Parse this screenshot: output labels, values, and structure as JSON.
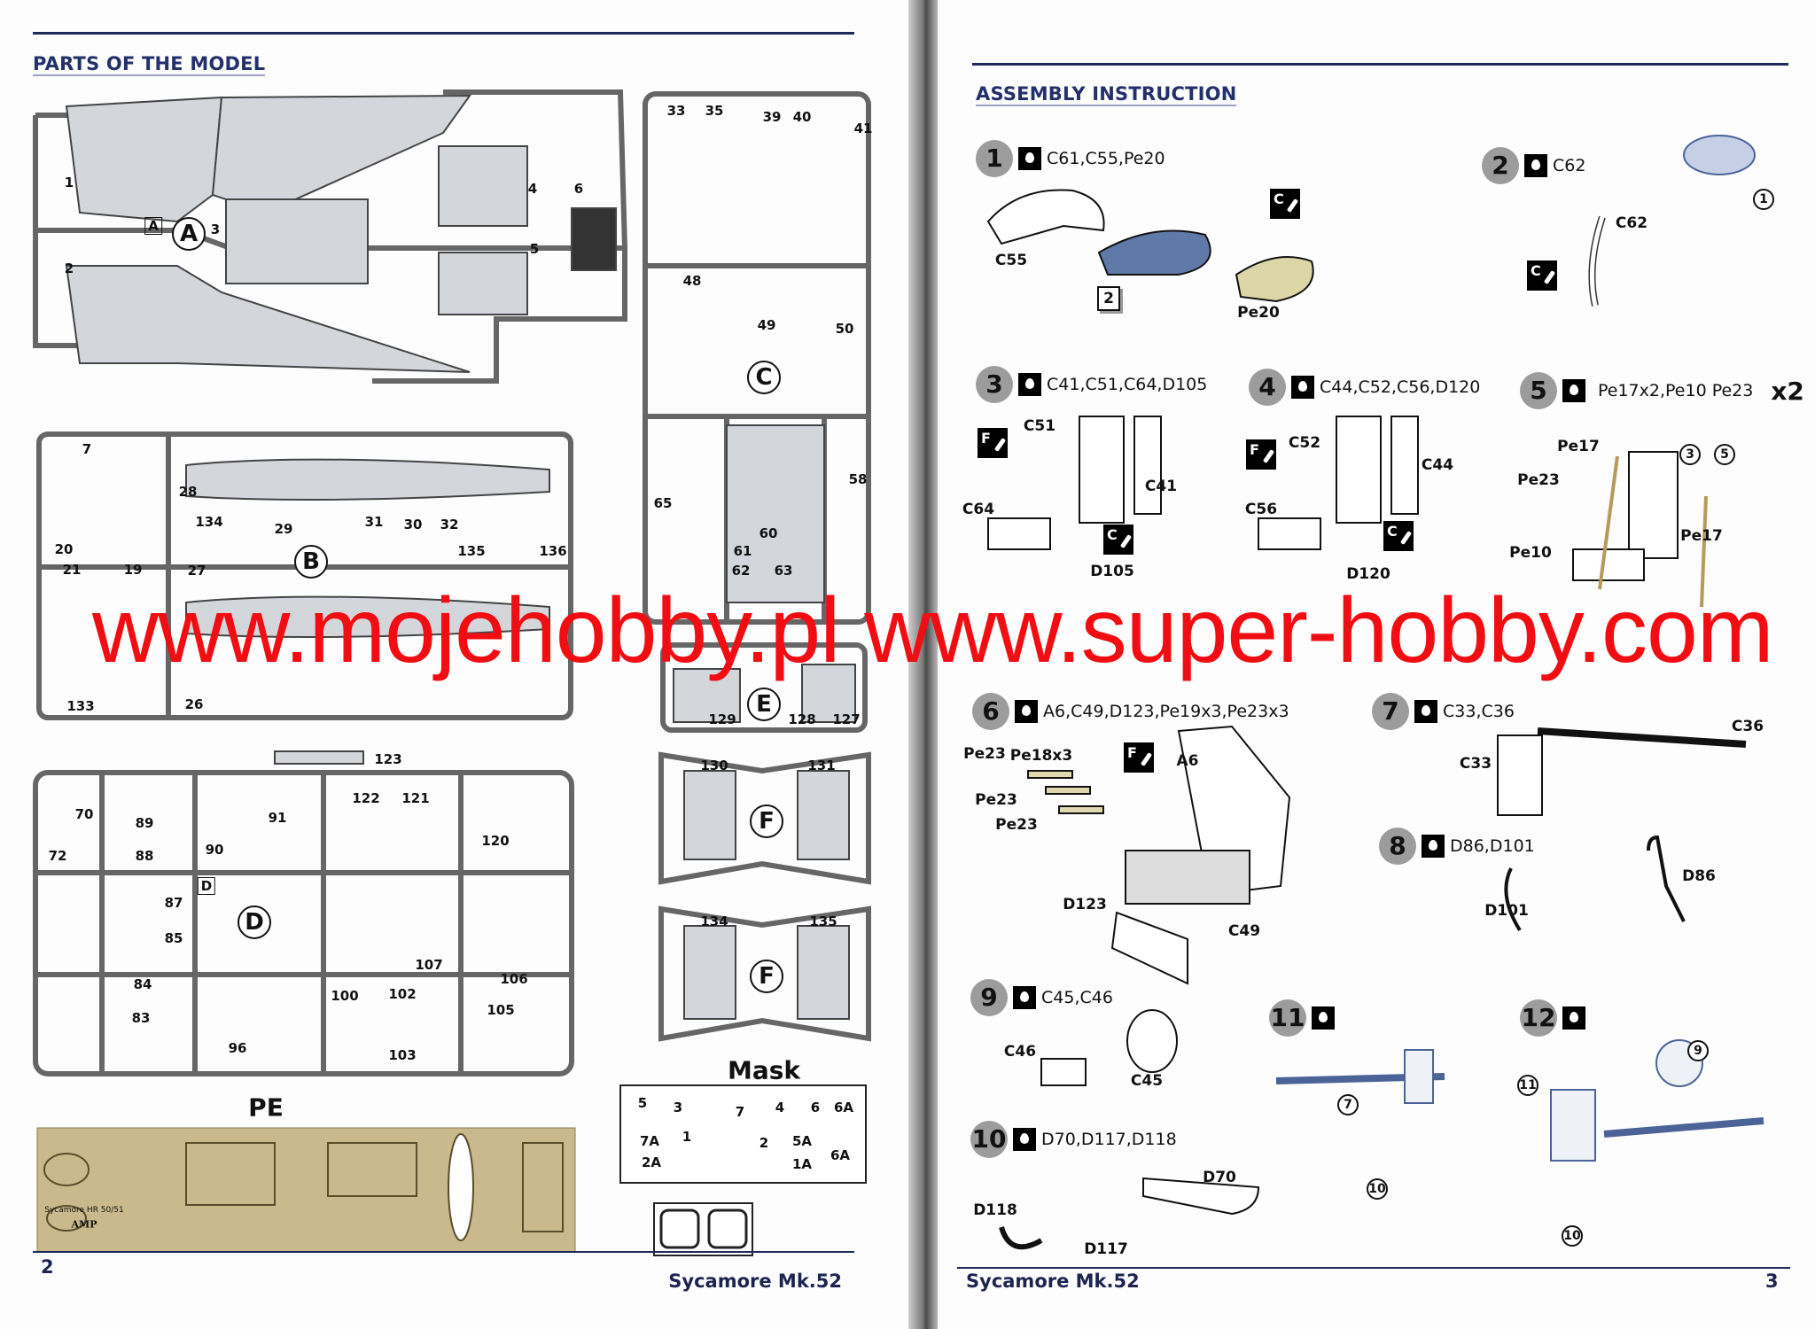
{
  "left_page": {
    "title": "PARTS OF THE MODEL",
    "page_number": "2",
    "footer_title": "Sycamore Mk.52",
    "sprue_letters": [
      "A",
      "B",
      "C",
      "D",
      "E",
      "F",
      "F",
      "D",
      "A"
    ],
    "sprue_a_parts": [
      "1",
      "2",
      "3",
      "4",
      "5",
      "6"
    ],
    "sprue_b_parts": [
      "7",
      "28",
      "29",
      "27",
      "26",
      "133",
      "135",
      "136",
      "30",
      "31",
      "32",
      "134",
      "20",
      "21",
      "19"
    ],
    "sprue_c_parts": [
      "33",
      "35",
      "39",
      "40",
      "41",
      "48",
      "49",
      "50",
      "60",
      "65",
      "61",
      "62",
      "63",
      "58"
    ],
    "sprue_d_parts": [
      "123",
      "89",
      "90",
      "91",
      "122",
      "121",
      "120",
      "88",
      "87",
      "85",
      "84",
      "83",
      "106",
      "105",
      "100",
      "102",
      "107",
      "70",
      "72",
      "96",
      "103"
    ],
    "sprue_ef_parts": [
      "129",
      "128",
      "127",
      "130",
      "131",
      "134",
      "135"
    ],
    "pe_label": "PE",
    "pe_fret_text": "Sycamore HR 50/51",
    "pe_brand": "AMP",
    "mask_label": "Mask",
    "mask_parts": [
      "5",
      "3",
      "7",
      "4",
      "6",
      "6A",
      "7A",
      "1",
      "2",
      "5A",
      "2A",
      "1A",
      "6A"
    ]
  },
  "right_page": {
    "title": "ASSEMBLY INSTRUCTION",
    "page_number": "3",
    "footer_title": "Sycamore Mk.52",
    "steps": [
      {
        "num": "1",
        "parts": "C61,C55,Pe20"
      },
      {
        "num": "2",
        "parts": "C62"
      },
      {
        "num": "3",
        "parts": "C41,C51,C64,D105"
      },
      {
        "num": "4",
        "parts": "C44,C52,C56,D120"
      },
      {
        "num": "5",
        "parts": "Pe17x2,Pe10 Pe23"
      },
      {
        "num": "6",
        "parts": "A6,C49,D123,Pe19x3,Pe23x3"
      },
      {
        "num": "7",
        "parts": "C33,C36"
      },
      {
        "num": "8",
        "parts": "D86,D101"
      },
      {
        "num": "9",
        "parts": "C45,C46"
      },
      {
        "num": "10",
        "parts": "D70,D117,D118"
      },
      {
        "num": "11",
        "parts": ""
      },
      {
        "num": "12",
        "parts": ""
      }
    ],
    "step5_multiplier": "x2",
    "part_labels": [
      "C55",
      "Pe20",
      "C62",
      "C51",
      "C41",
      "C64",
      "D105",
      "C52",
      "C44",
      "C56",
      "D120",
      "Pe17",
      "Pe23",
      "Pe10",
      "Pe17",
      "Pe23",
      "Pe18x3",
      "Pe23",
      "Pe23",
      "A6",
      "D123",
      "C49",
      "C33",
      "C36",
      "D86",
      "D101",
      "C46",
      "C45",
      "D70",
      "D118",
      "D117"
    ],
    "ref_circles": [
      "1",
      "3",
      "5",
      "7",
      "10",
      "11",
      "9",
      "10"
    ],
    "subassembly_box": "2",
    "paint_icons": [
      "C",
      "C",
      "F",
      "C",
      "F",
      "C",
      "F"
    ]
  },
  "watermark": "www.mojehobby.pl www.super-hobby.com"
}
